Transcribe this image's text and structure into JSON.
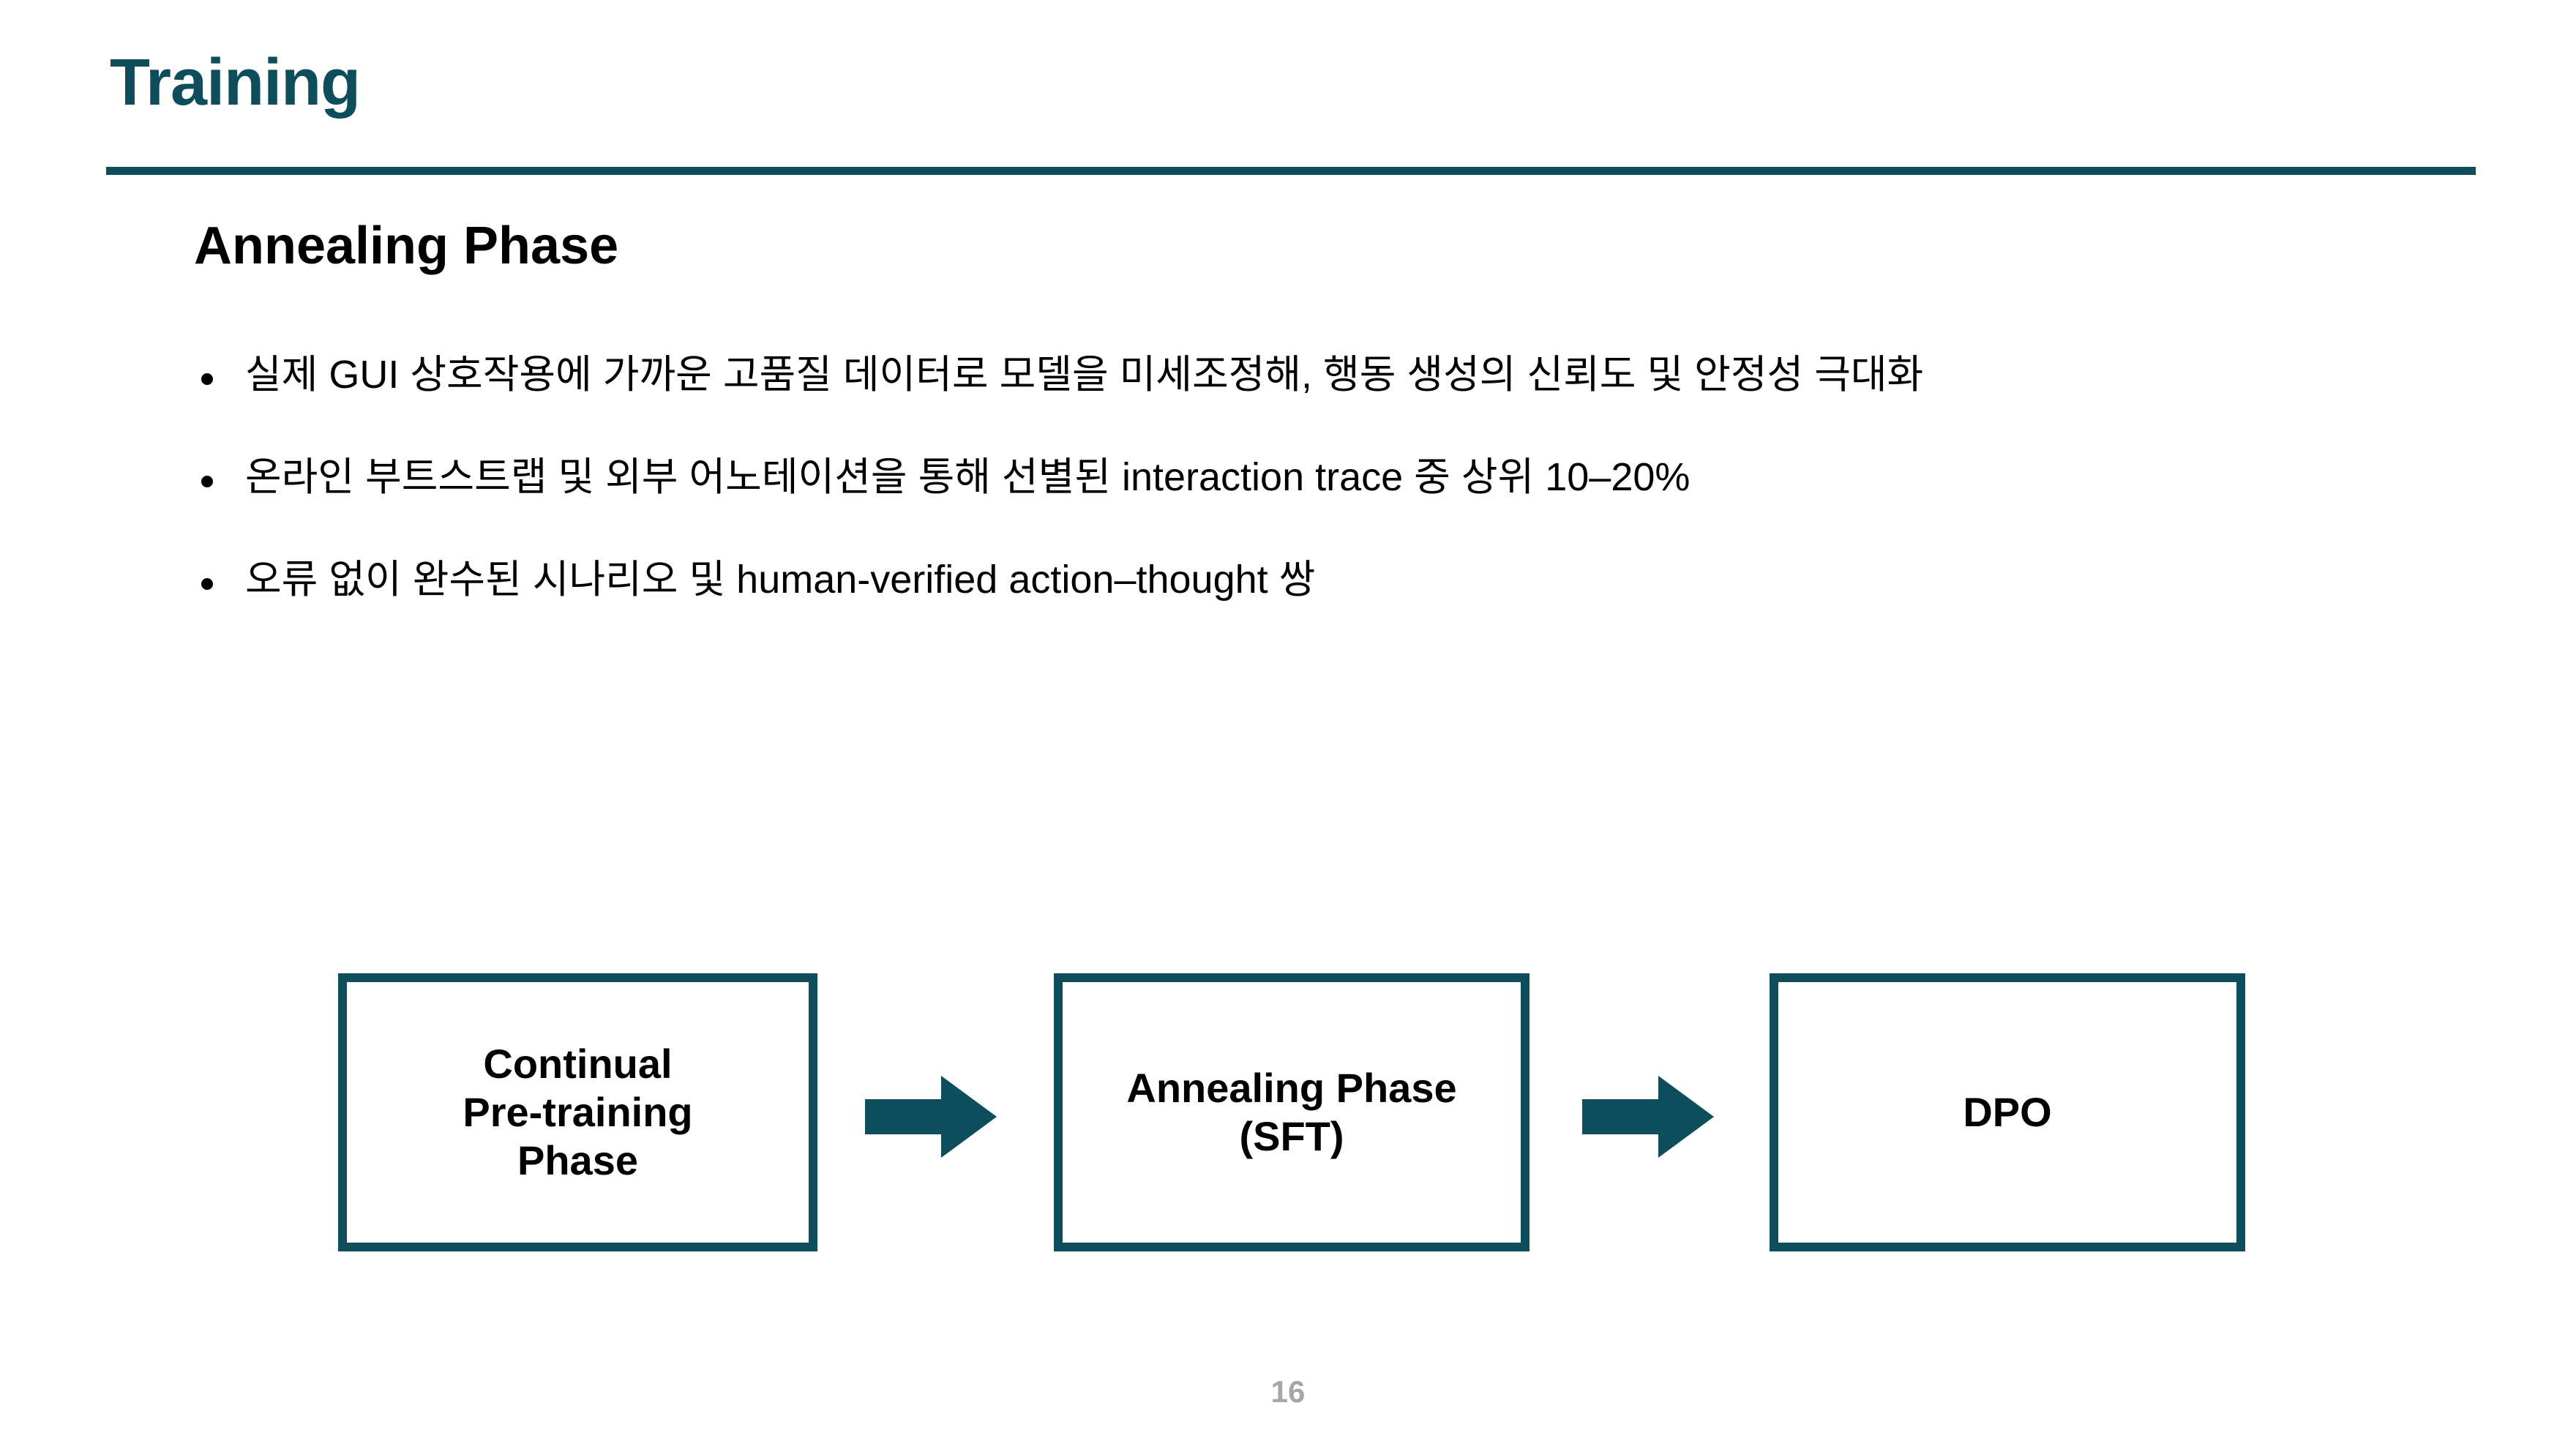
{
  "slide": {
    "title": "Training",
    "page_number": "16",
    "accent_color": "#0D4D5C",
    "text_color": "#000000",
    "page_number_color": "#A6A6A6",
    "background_color": "#FFFFFF"
  },
  "section": {
    "heading": "Annealing Phase",
    "bullets": [
      "실제 GUI 상호작용에 가까운 고품질 데이터로 모델을 미세조정해, 행동 생성의 신뢰도 및 안정성 극대화",
      "온라인 부트스트랩 및 외부 어노테이션을 통해 선별된 interaction trace 중 상위 10–20%",
      "오류 없이 완수된 시나리오 및 human-verified action–thought 쌍"
    ]
  },
  "flow": {
    "boxes": [
      {
        "label": "Continual\nPre-training\nPhase"
      },
      {
        "label": "Annealing Phase\n(SFT)"
      },
      {
        "label": "DPO"
      }
    ],
    "arrows": [
      {
        "name": "arrow-right-icon"
      },
      {
        "name": "arrow-right-icon"
      }
    ]
  }
}
